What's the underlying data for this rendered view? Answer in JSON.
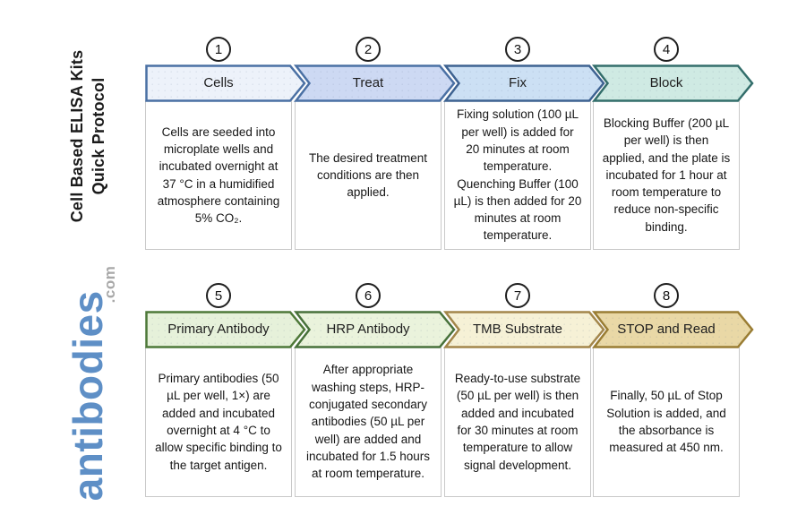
{
  "sidebar": {
    "title_line1": "Cell Based ELISA Kits",
    "title_line2": "Quick Protocol",
    "logo_text": "antibodies",
    "logo_suffix": ".com",
    "logo_color": "#5e8fc6",
    "logo_suffix_color": "#a8a8a8"
  },
  "steps": [
    {
      "number": "1",
      "label": "Cells",
      "description": "Cells are seeded into microplate wells and incubated overnight at 37 °C in a humidified atmosphere containing 5% CO₂.",
      "fill": "#edf2fa",
      "border": "#4a70a4"
    },
    {
      "number": "2",
      "label": "Treat",
      "description": "The desired treatment conditions are then applied.",
      "fill": "#cdd9f3",
      "border": "#4a70a4"
    },
    {
      "number": "3",
      "label": "Fix",
      "description": "Fixing solution (100 µL per well) is added for 20 minutes at room temperature. Quenching Buffer (100 µL) is then added for 20 minutes at room temperature.",
      "fill": "#cce0f4",
      "border": "#3d6291"
    },
    {
      "number": "4",
      "label": "Block",
      "description": "Blocking Buffer (200 µL per well) is then applied, and the plate is incubated for 1 hour at room temperature to reduce non-specific binding.",
      "fill": "#cfeae3",
      "border": "#336e6b"
    },
    {
      "number": "5",
      "label": "Primary Antibody",
      "description": "Primary antibodies (50 µL per well, 1×) are added and incubated overnight at 4 °C to allow specific binding to the target antigen.",
      "fill": "#e6f1da",
      "border": "#4d7838"
    },
    {
      "number": "6",
      "label": "HRP Antibody",
      "description": "After appropriate washing steps, HRP-conjugated secondary antibodies (50 µL per well) are added and incubated for 1.5 hours at room temperature.",
      "fill": "#eaf3dc",
      "border": "#47713a"
    },
    {
      "number": "7",
      "label": "TMB Substrate",
      "description": "Ready-to-use substrate (50 µL per well) is then added and incubated for 30 minutes at room temperature to allow signal development.",
      "fill": "#f6f1d6",
      "border": "#a3864a"
    },
    {
      "number": "8",
      "label": "STOP and Read",
      "description": "Finally, 50 µL of Stop Solution is added, and the absorbance is measured at 450 nm.",
      "fill": "#e9d8a6",
      "border": "#9a7d33"
    }
  ]
}
